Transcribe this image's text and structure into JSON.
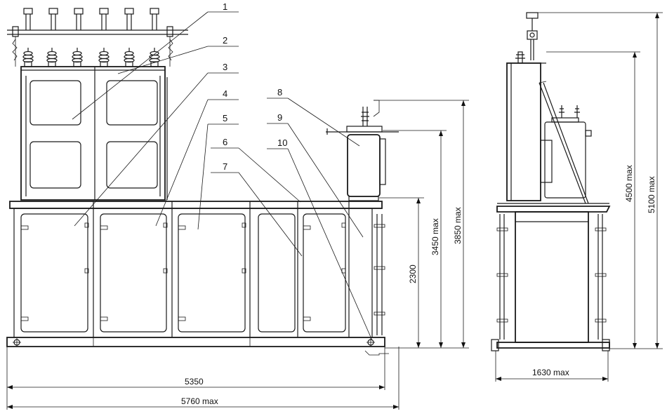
{
  "callouts": [
    "1",
    "2",
    "3",
    "4",
    "5",
    "6",
    "7",
    "8",
    "9",
    "10"
  ],
  "dimensions": {
    "width_base": "5350",
    "width_max": "5760 max",
    "h_2300": "2300",
    "h_3450": "3450 max",
    "h_3850": "3850 max",
    "side_width": "1630 max",
    "side_h1": "4500 max",
    "side_h2": "5100 max"
  }
}
